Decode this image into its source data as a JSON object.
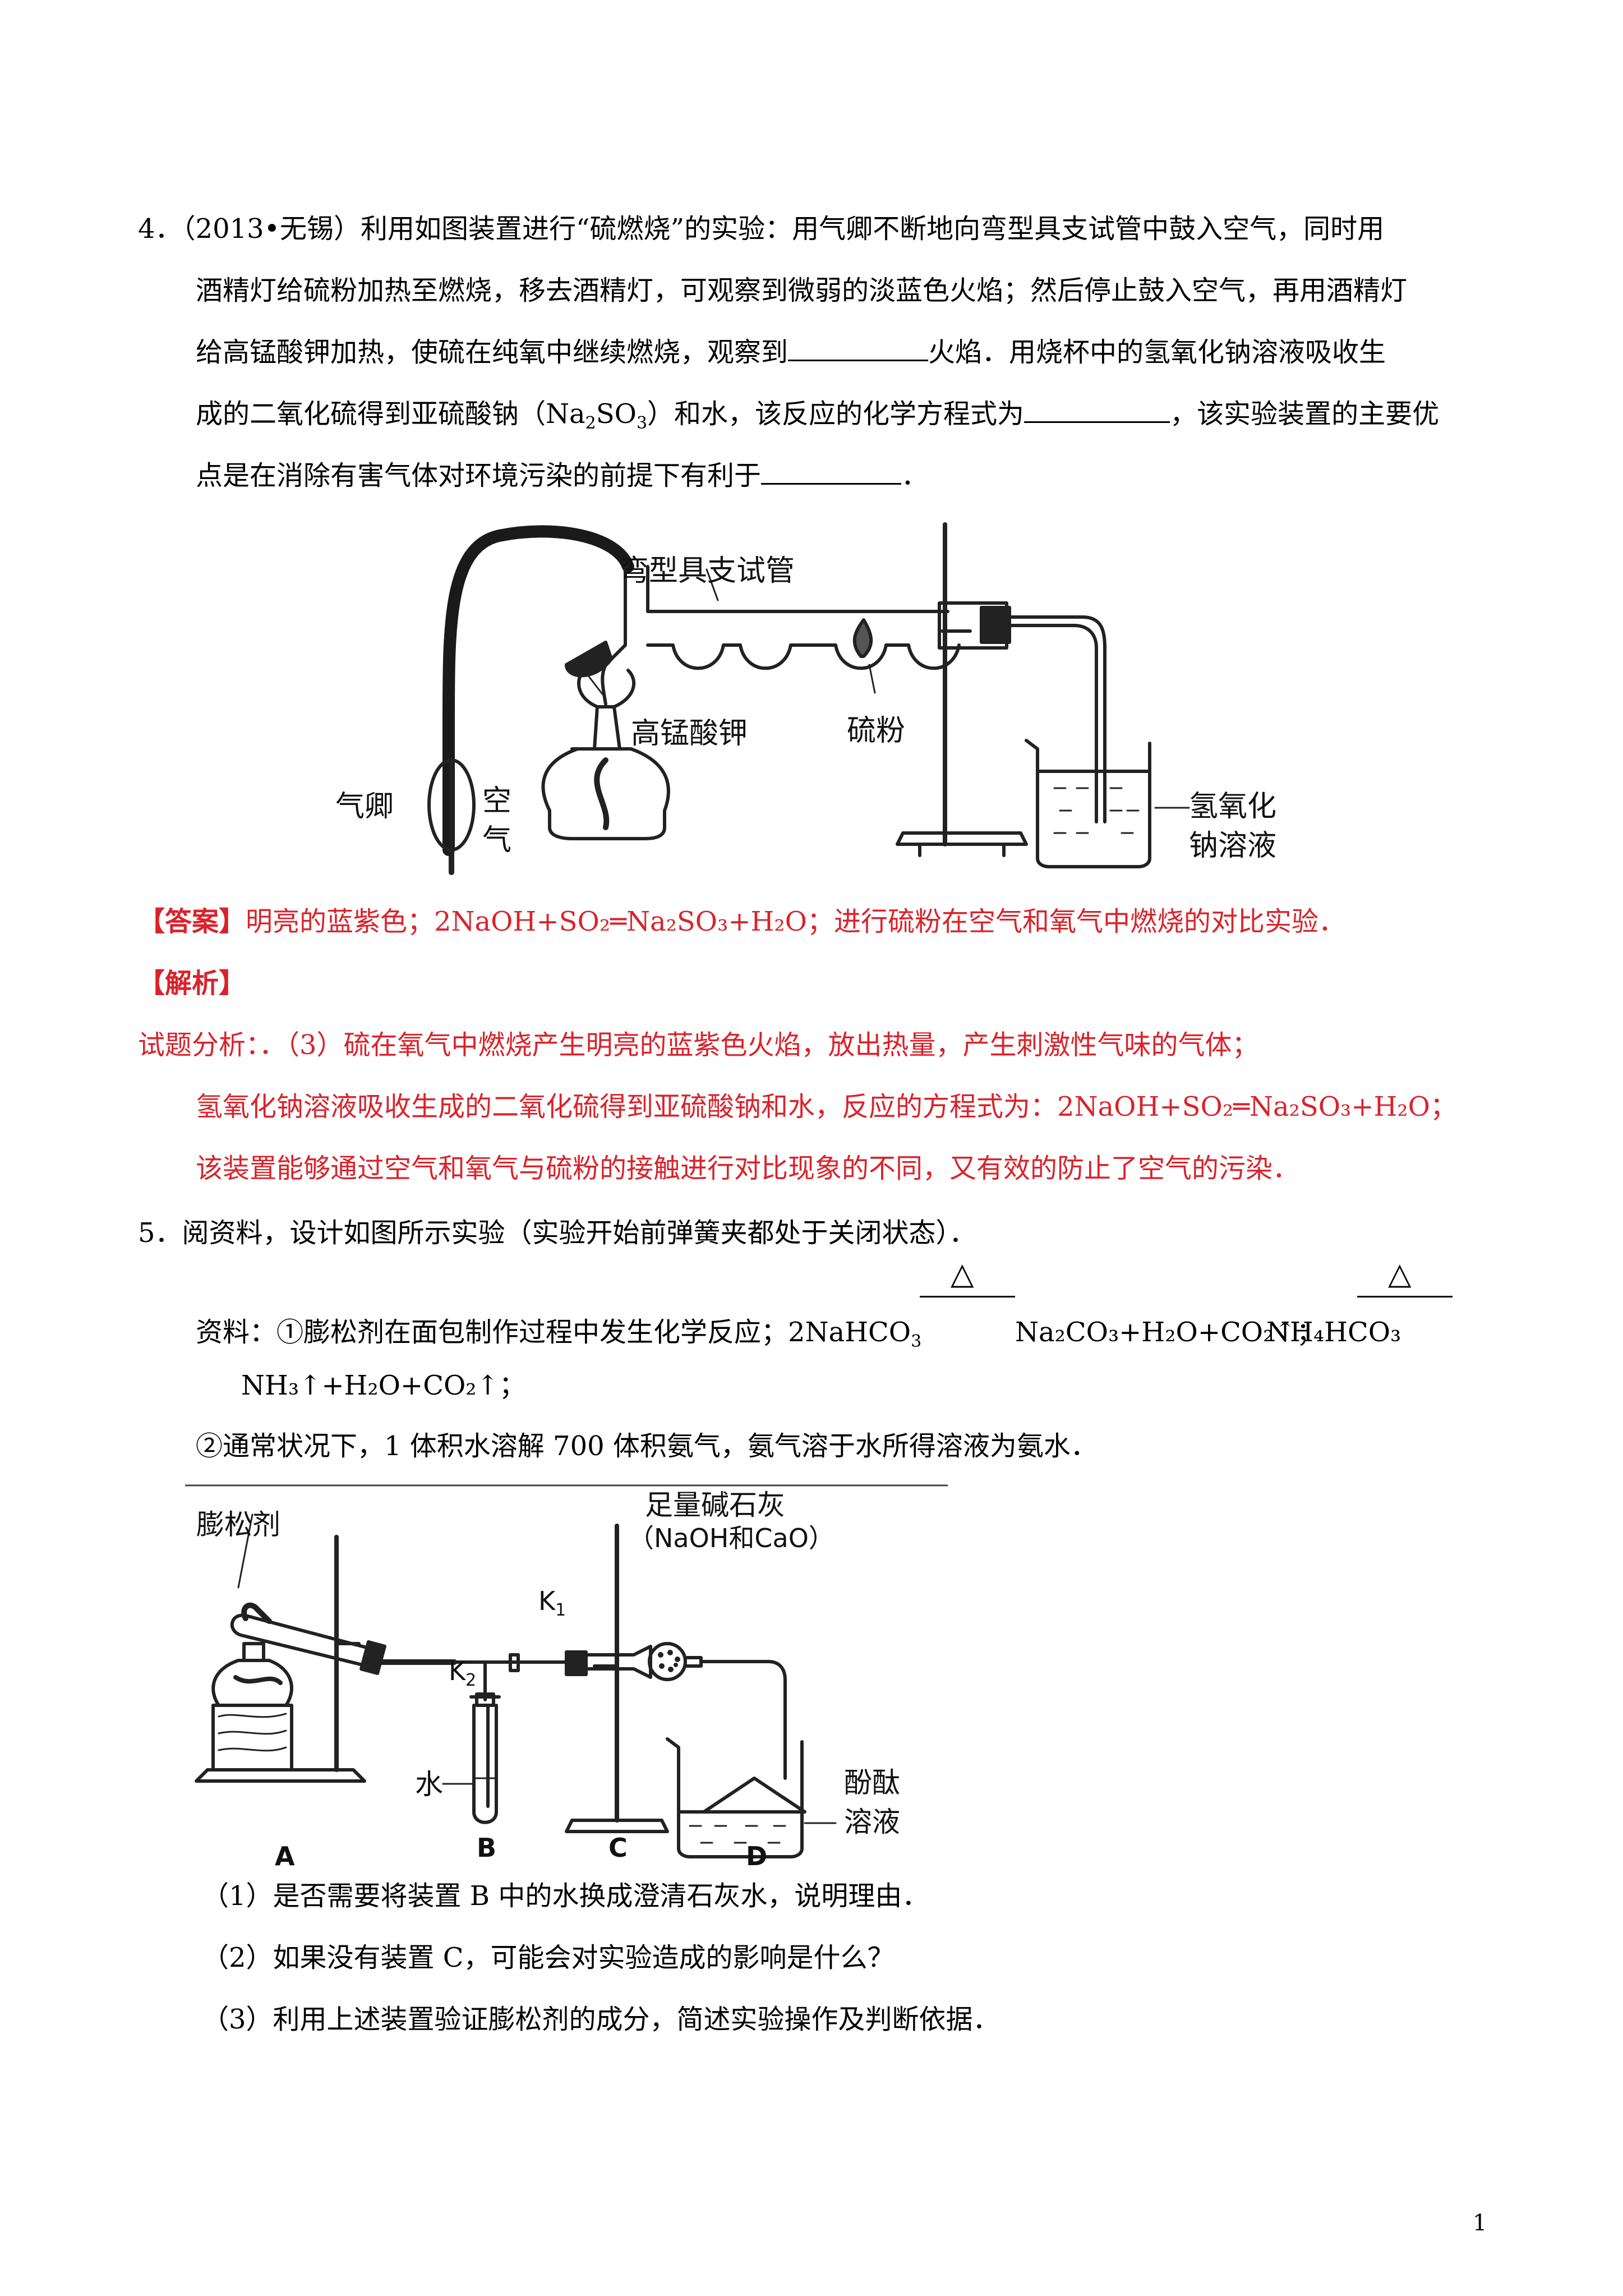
{
  "q4": {
    "line1": "4．（2013•无锡）利用如图装置进行“硫燃烧”的实验：用气卿不断地向弯型具支试管中鼓入空气，同时用",
    "line2": "酒精灯给硫粉加热至燃烧，移去酒精灯，可观察到微弱的淡蓝色火焰；然后停止鼓入空气，再用酒精灯",
    "line3a": "给高锰酸钾加热，使硫在纯氧中继续燃烧，观察到",
    "line3b": "火焰．用烧杯中的氢氧化钠溶液吸收生",
    "line4a": "成的二氧化硫得到亚硫酸钠（Na",
    "line4sub1": "2",
    "line4b": "SO",
    "line4sub2": "3",
    "line4c": "）和水，该反应的化学方程式为",
    "line4d": "，该实验装置的主要优",
    "line5a": "点是在消除有害气体对环境污染的前提下有利于",
    "line5b": "．",
    "figure": {
      "label_tube": "弯型具支试管",
      "label_kmno4": "高锰酸钾",
      "label_sulfur": "硫粉",
      "label_bulb": "气卿",
      "label_air1": "空",
      "label_air2": "气",
      "label_naoh1": "氢氧化",
      "label_naoh2": "钠溶液"
    },
    "answer_label": "【答案】",
    "answer_text": "明亮的蓝紫色；2NaOH+SO₂═Na₂SO₃+H₂O；进行硫粉在空气和氧气中燃烧的对比实验．",
    "analysis_label": "【解析】",
    "analysis1": "试题分析：．（3）硫在氧气中燃烧产生明亮的蓝紫色火焰，放出热量，产生刺激性气味的气体；",
    "analysis2": "氢氧化钠溶液吸收生成的二氧化硫得到亚硫酸钠和水，反应的方程式为：2NaOH+SO₂═Na₂SO₃+H₂O；",
    "analysis3": "该装置能够通过空气和氧气与硫粉的接触进行对比现象的不同，又有效的防止了空气的污染．"
  },
  "q5": {
    "line1": "5．阅资料，设计如图所示实验（实验开始前弹簧夹都处于关闭状态）．",
    "ref1a": "资料：①膨松剂在面包制作过程中发生化学反应；2NaHCO",
    "ref1a_sub": "3",
    "ref1b": "Na₂CO₃+H₂O+CO₂↑；",
    "ref1c": "NH₄HCO₃",
    "cond_symbol": "△",
    "ref2": "NH₃↑+H₂O+CO₂↑；",
    "ref3": "②通常状况下，1 体积水溶解 700 体积氨气，氨气溶于水所得溶液为氨水．",
    "figure": {
      "label_agent": "膨松剂",
      "label_lime1": "足量碱石灰",
      "label_lime2": "（NaOH和CaO）",
      "label_k1": "K",
      "label_k1_sub": "1",
      "label_k2": "K",
      "label_k2_sub": "2",
      "label_water": "水",
      "label_phen1": "酚酞",
      "label_phen2": "溶液",
      "label_a": "A",
      "label_b": "B",
      "label_c": "C",
      "label_d": "D"
    },
    "sub1": "（1）是否需要将装置 B 中的水换成澄清石灰水，说明理由．",
    "sub2": "（2）如果没有装置 C，可能会对实验造成的影响是什么？",
    "sub3": "（3）利用上述装置验证膨松剂的成分，简述实验操作及判断依据．"
  },
  "page_number": "1"
}
